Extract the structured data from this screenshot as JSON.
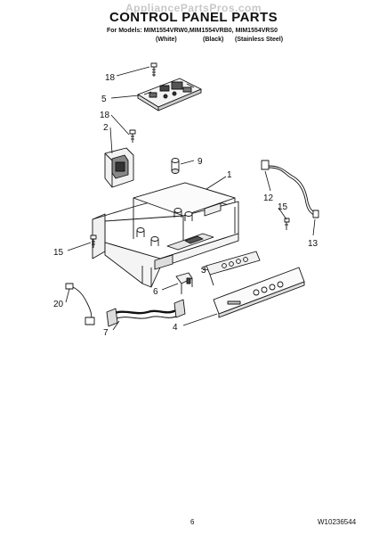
{
  "header": {
    "watermark": "AppliancePartsPros.com",
    "title": "CONTROL PANEL PARTS",
    "models_line": "For Models: MIM1554VRW0,MIM1554VRB0, MIM1554VRS0",
    "variants": [
      "(White)",
      "(Black)",
      "(Stainless Steel)"
    ]
  },
  "callouts": {
    "c1": "1",
    "c2": "2",
    "c3": "3",
    "c4": "4",
    "c5": "5",
    "c6": "6",
    "c7": "7",
    "c9": "9",
    "c12": "12",
    "c13": "13",
    "c15a": "15",
    "c15b": "15",
    "c18a": "18",
    "c18b": "18",
    "c20": "20"
  },
  "footer": {
    "page_number": "6",
    "doc_number": "W10236544"
  }
}
